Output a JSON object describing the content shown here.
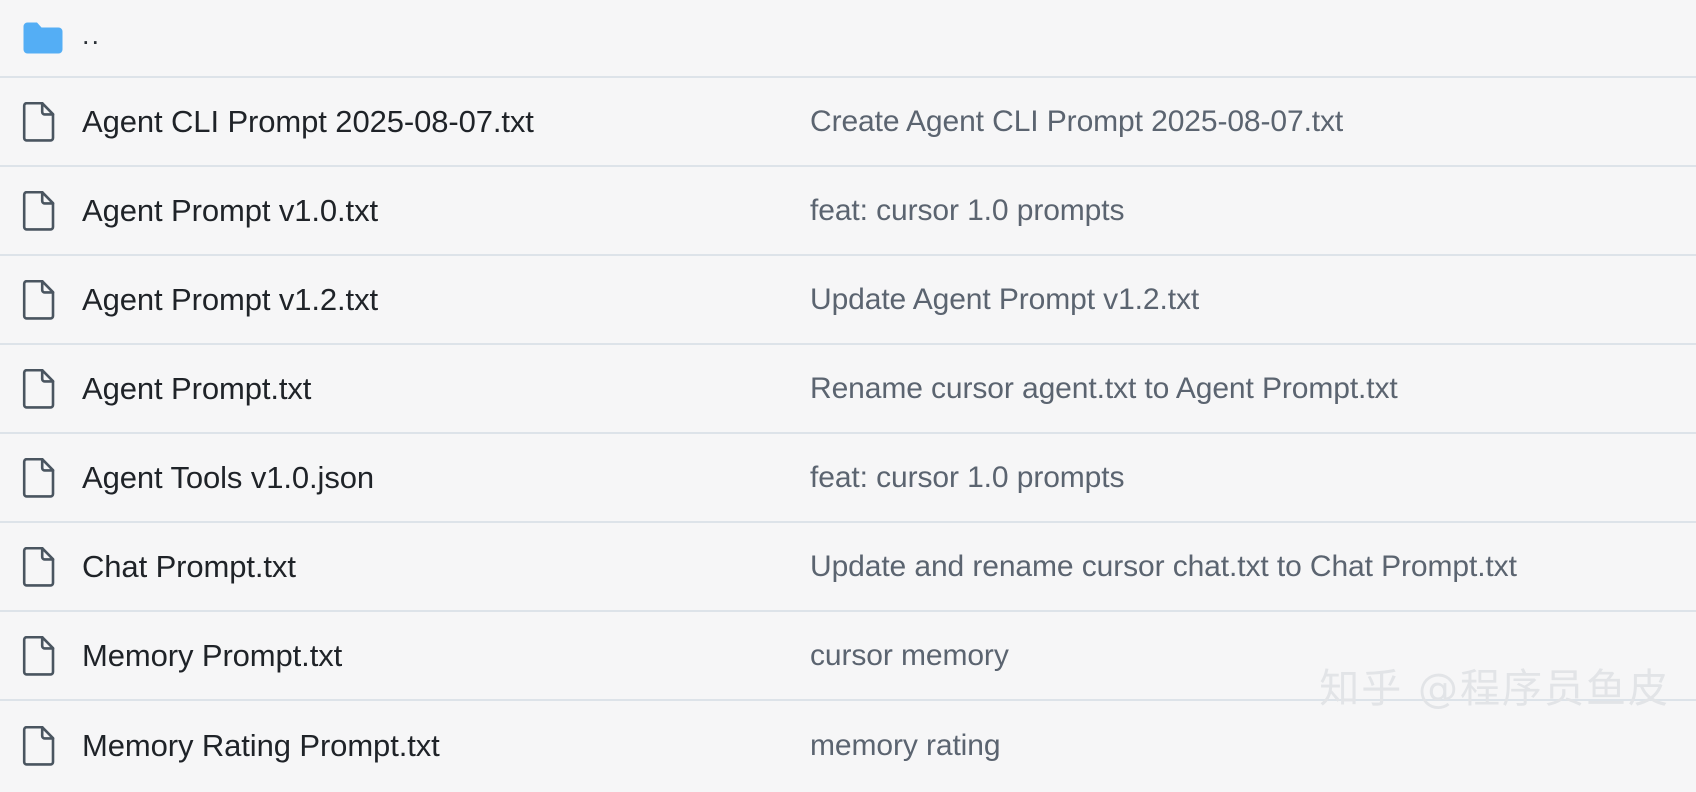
{
  "theme": {
    "background": "#f6f6f7",
    "row_divider": "#dde3e9",
    "filename_color": "#1f2328",
    "commit_color": "#5b6470",
    "folder_icon_color": "#54aef5",
    "file_icon_color": "#4a5560",
    "watermark_color": "#e2e4e7"
  },
  "parent_dir": {
    "icon": "folder-icon",
    "label": ".."
  },
  "columns": {
    "name_header": "",
    "message_header": ""
  },
  "files": [
    {
      "icon": "file-icon",
      "name": "Agent CLI Prompt 2025-08-07.txt",
      "commit": "Create Agent CLI Prompt 2025-08-07.txt"
    },
    {
      "icon": "file-icon",
      "name": "Agent Prompt v1.0.txt",
      "commit": "feat: cursor 1.0 prompts"
    },
    {
      "icon": "file-icon",
      "name": "Agent Prompt v1.2.txt",
      "commit": "Update Agent Prompt v1.2.txt"
    },
    {
      "icon": "file-icon",
      "name": "Agent Prompt.txt",
      "commit": "Rename cursor agent.txt to Agent Prompt.txt"
    },
    {
      "icon": "file-icon",
      "name": "Agent Tools v1.0.json",
      "commit": "feat: cursor 1.0 prompts"
    },
    {
      "icon": "file-icon",
      "name": "Chat Prompt.txt",
      "commit": "Update and rename cursor chat.txt to Chat Prompt.txt"
    },
    {
      "icon": "file-icon",
      "name": "Memory Prompt.txt",
      "commit": "cursor memory"
    },
    {
      "icon": "file-icon",
      "name": "Memory Rating Prompt.txt",
      "commit": "memory rating"
    }
  ],
  "watermark": {
    "text": "知乎 @程序员鱼皮"
  }
}
